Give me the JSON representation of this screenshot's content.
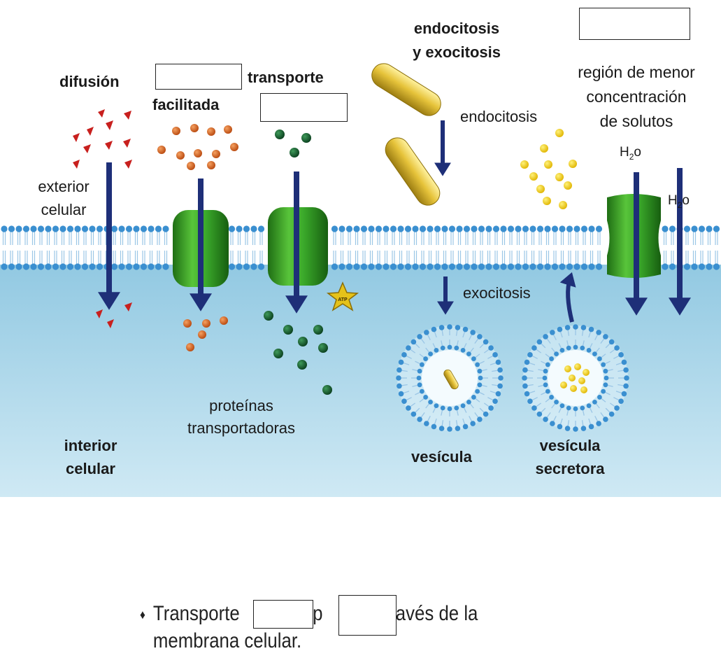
{
  "labels": {
    "difusion": "difusión",
    "facilitada": "facilitada",
    "transporte": "transporte",
    "endo_exo_line1": "endocitosis",
    "endo_exo_line2": "y exocitosis",
    "region_line1": "región de menor",
    "region_line2": "concentración",
    "region_line3": "de solutos",
    "endocitosis": "endocitosis",
    "exocitosis": "exocitosis",
    "exterior_line1": "exterior",
    "exterior_line2": "celular",
    "interior_line1": "interior",
    "interior_line2": "celular",
    "proteinas_line1": "proteínas",
    "proteinas_line2": "transportadoras",
    "vesicula": "vesícula",
    "vesicula_secretora_line1": "vesícula",
    "vesicula_secretora_line2": "secretora",
    "h2o_left_main": "H",
    "h2o_left_sub": "2",
    "h2o_left_end": "o",
    "h2o_right_main": "H",
    "h2o_right_sub": "2",
    "h2o_right_end": "o",
    "atp": "ATP"
  },
  "caption": {
    "part1": "Transporte",
    "part2": "y p",
    "part3": "a través de la",
    "line2": "membrana celular."
  },
  "colors": {
    "cytoplasm_top": "#9fd0e6",
    "cytoplasm_bottom": "#c9e7f3",
    "membrane_head": "#3a8fd0",
    "protein_green": "#3aa82a",
    "arrow_navy": "#1e2f78",
    "diffusion_red": "#c8201e",
    "facilitated_orange": "#d9651c",
    "active_green": "#0f5a2e",
    "solute_yellow": "#f5d21a",
    "vesicle_rod": "#e4c23a"
  }
}
